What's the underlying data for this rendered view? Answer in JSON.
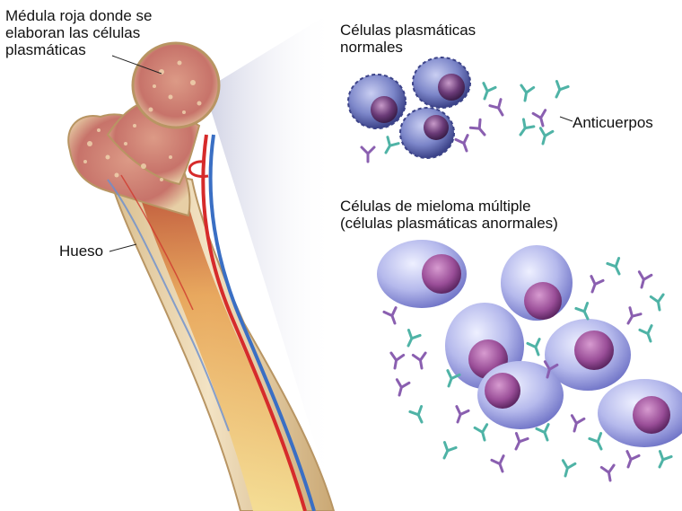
{
  "labels": {
    "marrow": [
      "Médula roja donde se",
      "elaboran las células",
      "plasmáticas"
    ],
    "bone": "Hueso",
    "normal_cells": [
      "Células plasmáticas",
      "normales"
    ],
    "antibodies": "Anticuerpos",
    "myeloma_cells": [
      "Células de mieloma múltiple",
      "(células plasmáticas anormales)"
    ]
  },
  "colors": {
    "bone_shaft": "#e9d6b0",
    "spongy_bone": "#c8766a",
    "marrow_yellow": "#f2d68a",
    "artery": "#d62b2b",
    "vein": "#3a6fc4",
    "normal_cell": "#7b86c9",
    "normal_nucleus": "#6b3b78",
    "myeloma_cell": "#b3b6ea",
    "myeloma_nucleus": "#9c4f9a",
    "antibody_teal": "#4fb3a6",
    "antibody_purple": "#8a5fb0"
  },
  "icons": {
    "antibody": "y-shaped-antibody-icon"
  }
}
